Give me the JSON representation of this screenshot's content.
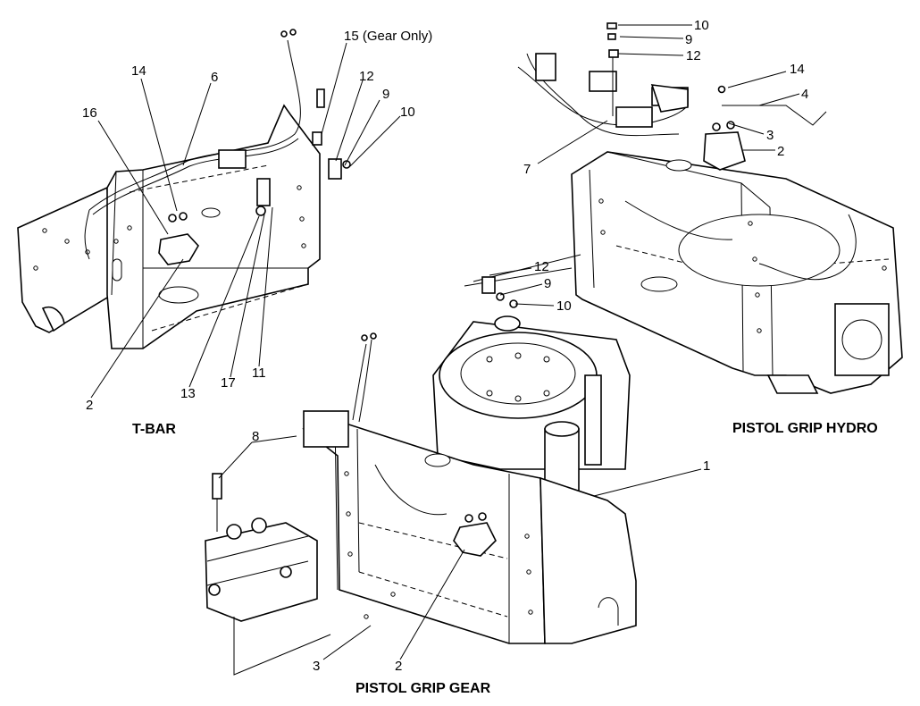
{
  "views": {
    "tbar": {
      "title": "T-BAR"
    },
    "hydro": {
      "title": "PISTOL GRIP HYDRO"
    },
    "gear": {
      "title": "PISTOL GRIP GEAR"
    }
  },
  "callouts": {
    "tbar": {
      "c15": "15 (Gear Only)",
      "c14": "14",
      "c6": "6",
      "c12": "12",
      "c9": "9",
      "c10": "10",
      "c16": "16",
      "c13": "13",
      "c17": "17",
      "c11": "11",
      "c2": "2"
    },
    "hydro": {
      "c10": "10",
      "c9": "9",
      "c12": "12",
      "c14": "14",
      "c4": "4",
      "c3": "3",
      "c2": "2",
      "c7": "7",
      "c12b": "12",
      "c9b": "9",
      "c10b": "10"
    },
    "gear": {
      "c8": "8",
      "c1": "1",
      "c3": "3",
      "c2": "2"
    }
  }
}
